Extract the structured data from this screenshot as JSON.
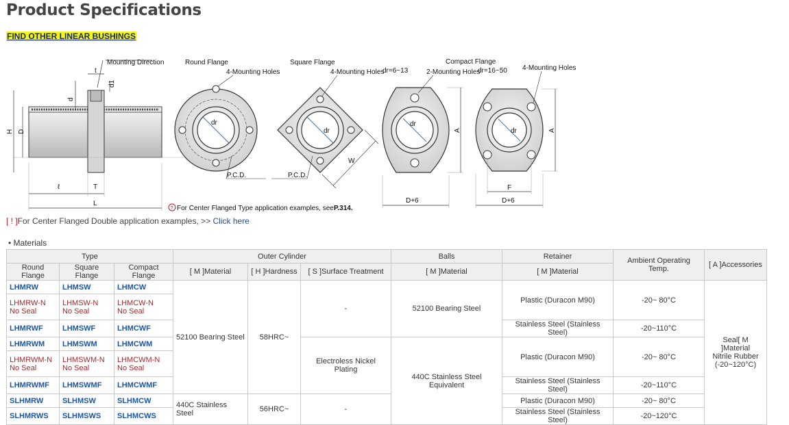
{
  "title": "Product Specifications",
  "find_link": "FIND OTHER LINEAR BUSHINGS",
  "diagram": {
    "labels": {
      "mounting_direction": "Mounting Direction",
      "t": "t",
      "d1": "d1",
      "d": "d",
      "H": "H",
      "D": "D",
      "l": "ℓ",
      "T": "T",
      "L": "L",
      "round_flange": "Round Flange",
      "square_flange": "Square Flange",
      "compact_flange": "Compact Flange",
      "four_holes_1": "4-Mounting Holes",
      "four_holes_2": "4-Mounting Holes",
      "four_holes_3": "4-Mounting Holes",
      "two_holes": "2-Mounting Holes",
      "dr_small": "dr=6~13",
      "dr_large": "dr=16~50",
      "pcd_1": "P.C.D.",
      "pcd_2": "P.C.D.",
      "W": "W",
      "A1": "A",
      "A2": "A",
      "F": "F",
      "d6_1": "D+6",
      "d6_2": "D+6",
      "dr1": "dr",
      "dr2": "dr",
      "dr3": "dr",
      "dr4": "dr",
      "footnote": "For Center Flanged Type application examples, see",
      "page_ref": "P.314."
    }
  },
  "notice": {
    "bang": "[ ! ]",
    "text": "For Center Flanged Double application examples, >>",
    "link": "Click here"
  },
  "materials_label": "• Materials",
  "table": {
    "groups": {
      "type": "Type",
      "outer": "Outer Cylinder",
      "balls": "Balls",
      "retainer": "Retainer",
      "ambient": "Ambient Operating Temp.",
      "accessories": "[ A ]Accessories"
    },
    "sub": {
      "round": "Round Flange",
      "square": "Square Flange",
      "compact": "Compact Flange",
      "outer_material": "[ M ]Material",
      "hardness": "[ H ]Hardness",
      "surface": "[ S ]Surface Treatment",
      "balls_material": "[ M ]Material",
      "retainer_material": "[ M ]Material"
    },
    "types": [
      [
        "LHMRW",
        "LHMSW",
        "LHMCW"
      ],
      [
        "LHMRW-N",
        "LHMSW-N",
        "LHMCW-N"
      ],
      [
        "LHMRWF",
        "LHMSWF",
        "LHMCWF"
      ],
      [
        "LHMRWM",
        "LHMSWM",
        "LHMCWM"
      ],
      [
        "LHMRWM-N",
        "LHMSWM-N",
        "LHMCWM-N"
      ],
      [
        "LHMRWMF",
        "LHMSWMF",
        "LHMCWMF"
      ],
      [
        "SLHMRW",
        "SLHMSW",
        "SLHMCW"
      ],
      [
        "SLHMRWS",
        "SLHMSWS",
        "SLHMCWS"
      ]
    ],
    "no_seal": "No Seal",
    "outer_material": [
      "52100 Bearing Steel",
      "440C Stainless Steel"
    ],
    "hardness": [
      "58HRC~",
      "56HRC~"
    ],
    "surface": [
      "-",
      "Electroless Nickel Plating",
      "-"
    ],
    "balls": [
      "52100 Bearing Steel",
      "440C Stainless Steel Equivalent"
    ],
    "retainer": [
      "Plastic (Duracon M90)",
      "Stainless Steel (Stainless Steel)",
      "Plastic (Duracon M90)",
      "Stainless Steel (Stainless Steel)",
      "Plastic (Duracon M90)",
      "Stainless Steel (Stainless Steel)"
    ],
    "temp": [
      "-20~ 80°C",
      "-20~110°C",
      "-20~ 80°C",
      "-20~110°C",
      "-20~ 80°C",
      "-20~120°C"
    ],
    "accessories": [
      "Seal[ M ]Material",
      "Nitrile Rubber",
      "(-20~120°C)"
    ]
  }
}
